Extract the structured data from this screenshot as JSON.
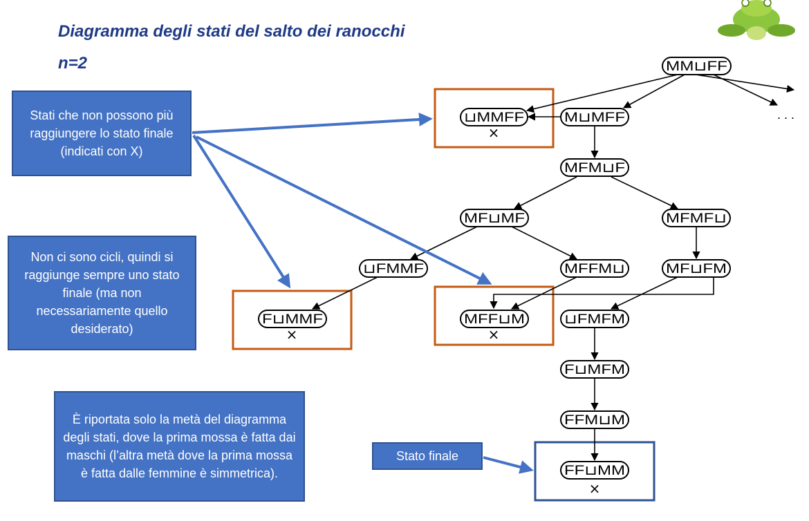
{
  "title": {
    "line1": "Diagramma degli stati del salto dei ranocchi",
    "line2": "n=2"
  },
  "callouts": {
    "dead_states": "Stati che non possono più raggiungere lo stato finale (indicati con X)",
    "no_cycles": "Non ci sono cicli, quindi si raggiunge sempre uno stato finale (ma non necessariamente quello desiderato)",
    "half_diagram": "È riportata solo la metà del diagramma degli stati, dove la prima mossa è fatta dai maschi (l’altra metà dove la prima mossa è fatta dalle femmine è simmetrica).",
    "final_state": "Stato finale"
  },
  "nodes": {
    "root": "MM⊔FF",
    "dead1": "⊔MMFF",
    "n1": "M⊔MFF",
    "n2": "MFM⊔F",
    "n3": "MF⊔MF",
    "n4": "MFMF⊔",
    "n5": "⊔FMMF",
    "n6": "MFFM⊔",
    "n7": "MF⊔FM",
    "dead2": "F⊔MMF",
    "dead3": "MFF⊔M",
    "n8": "⊔FMFM",
    "n9": "F⊔MFM",
    "n10": "FFM⊔M",
    "final": "FF⊔MM"
  },
  "marks": {
    "cross": "×",
    "ellipsis": ". . ."
  },
  "colors": {
    "callout_fill": "#4472c4",
    "title_color": "#1f3a86",
    "dead_box": "#c55a11",
    "final_box": "#2f528f",
    "pointer": "#4472c4"
  }
}
